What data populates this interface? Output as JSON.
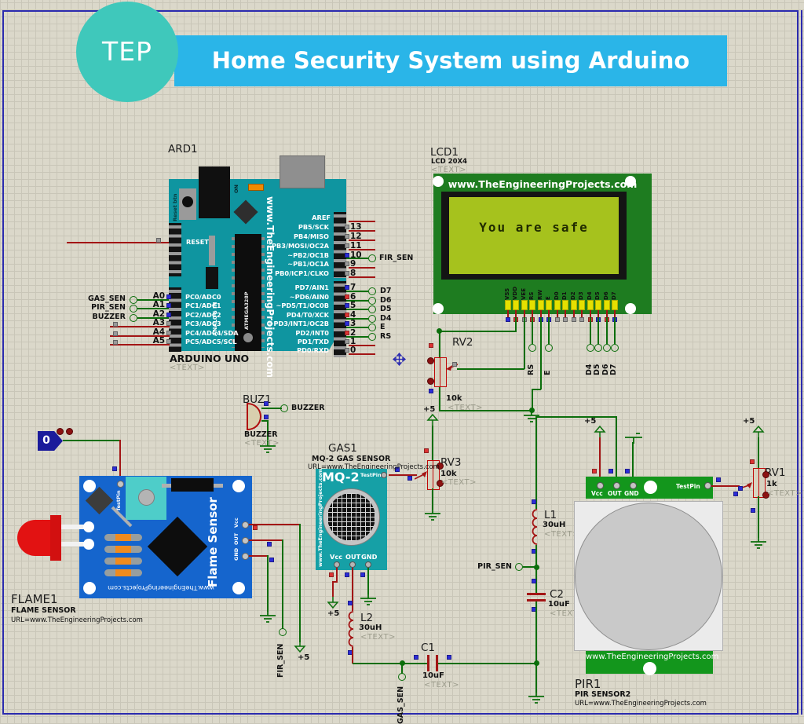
{
  "header": {
    "logo_text": "TEP",
    "title": "Home Security System using Arduino"
  },
  "misc": {
    "text_placeholder": "<TEXT>",
    "plus5": "+5",
    "brand": "www.TheEngineeringProjects.com"
  },
  "arduino": {
    "ref": "ARD1",
    "board_name": "ARDUINO UNO",
    "chip": "ATMEGA328P",
    "analog_in": "ANALOG IN",
    "on_led": "ON",
    "reset_button": "Reset btn",
    "reset_pin": "RESET",
    "aref": "AREF",
    "digital_high_pins": [
      "13",
      "12",
      "11",
      "10",
      "9",
      "8"
    ],
    "digital_high_labels": [
      "PB5/SCK",
      "PB4/MISO",
      "~PB3/MOSI/OC2A",
      "~PB2/OC1B",
      "~PB1/OC1A",
      "PB0/ICP1/CLKO"
    ],
    "digital_low_pins": [
      "7",
      "6",
      "5",
      "4",
      "3",
      "2",
      "1",
      "0"
    ],
    "digital_low_labels": [
      "PD7/AIN1",
      "~PD6/AIN0",
      "~PD5/T1/OC0B",
      "PD4/T0/XCK",
      "~PD3/INT1/OC2B",
      "PD2/INT0",
      "PD1/TXD",
      "PD0/RXD"
    ],
    "analog_pins": [
      "A0",
      "A1",
      "A2",
      "A3",
      "A4",
      "A5"
    ],
    "analog_labels": [
      "PC0/ADC0",
      "PC1/ADC1",
      "PC2/ADC2",
      "PC3/ADC3",
      "PC4/ADC4/SDA",
      "PC5/ADC5/SCL"
    ]
  },
  "nets": {
    "gas_sen": "GAS_SEN",
    "pir_sen": "PIR_SEN",
    "buzzer": "BUZZER",
    "fir_sen": "FIR_SEN",
    "rs": "RS",
    "e": "E",
    "d4": "D4",
    "d5": "D5",
    "d6": "D6",
    "d7": "D7"
  },
  "lcd": {
    "ref": "LCD1",
    "part": "LCD 20X4",
    "screen_text": "You are safe",
    "pins": [
      "VSS",
      "VDD",
      "VEE",
      "RS",
      "RW",
      "E",
      "D0",
      "D1",
      "D2",
      "D3",
      "D4",
      "D5",
      "D6",
      "D7"
    ]
  },
  "pots": {
    "rv2": {
      "ref": "RV2",
      "value": "10k"
    },
    "rv3": {
      "ref": "RV3",
      "value": "10k"
    },
    "rv1": {
      "ref": "RV1",
      "value": "1k"
    }
  },
  "buzzer": {
    "ref": "BUZ1",
    "name": "BUZZER"
  },
  "gas_sensor": {
    "ref": "GAS1",
    "name": "MQ-2 GAS SENSOR",
    "url": "URL=www.TheEngineeringProjects.com",
    "title": "MQ-2",
    "testpin": "TestPin",
    "pins": [
      "Vcc",
      "OUT",
      "GND"
    ]
  },
  "flame_sensor": {
    "ref": "FLAME1",
    "name": "FLAME SENSOR",
    "url": "URL=www.TheEngineeringProjects.com",
    "title": "Flame Sensor",
    "testpin": "TestPin",
    "pins": [
      "Vcc",
      "OUT",
      "GND"
    ],
    "probe_value": "0"
  },
  "pir_sensor": {
    "ref": "PIR1",
    "name": "PIR SENSOR2",
    "url": "URL=www.TheEngineeringProjects.com",
    "testpin": "TestPin",
    "pins": [
      "Vcc",
      "OUT",
      "GND"
    ]
  },
  "inductors": {
    "l1": {
      "ref": "L1",
      "value": "30uH"
    },
    "l2": {
      "ref": "L2",
      "value": "30uH"
    }
  },
  "capacitors": {
    "c1": {
      "ref": "C1",
      "value": "10uF"
    },
    "c2": {
      "ref": "C2",
      "value": "10uF"
    }
  },
  "colors": {
    "banner": "#2ab5e8",
    "logo_circle": "#3fc8bb",
    "wire_green": "#0b6e0b",
    "wire_red": "#a31515",
    "arduino_teal": "#0f95a0",
    "lcd_green": "#1e7c20",
    "lcd_screen": "#a6c21d",
    "pir_green": "#13961c",
    "flame_blue": "#1565cd",
    "mq2_teal": "#16a0a6"
  }
}
